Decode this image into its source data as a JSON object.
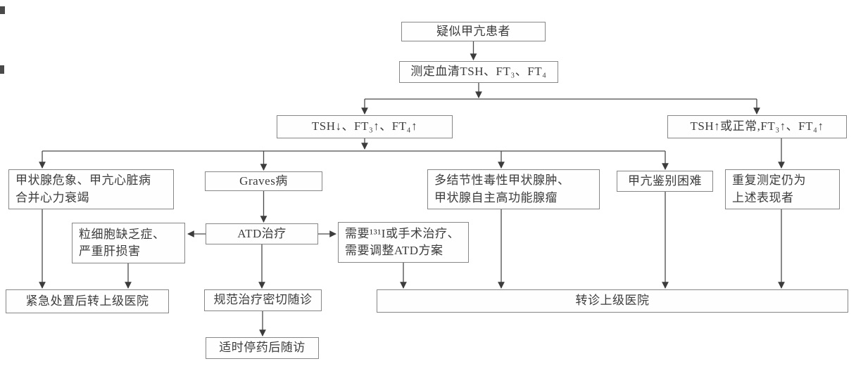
{
  "flowchart": {
    "nodes": {
      "suspected_patient": "疑似甲亢患者",
      "measure_serum": "测定血清TSH、FT₃、FT₄",
      "tsh_low_ft_high": "TSH↓、FT₃↑、FT₄↑",
      "tsh_high_or_normal": "TSH↑或正常,FT₃↑、FT₄↑",
      "thyroid_crisis": "甲状腺危象、甲亢心脏病\n合并心力衰竭",
      "graves_disease": "Graves病",
      "multinodular_goiter": "多结节性毒性甲状腺肿、\n甲状腺自主高功能腺瘤",
      "difficult_identification": "甲亢鉴别困难",
      "repeat_measurement": "重复测定仍为\n上述表现者",
      "agranulocytosis": "粒细胞缺乏症、\n严重肝损害",
      "atd_therapy": "ATD治疗",
      "need_radioiodine_surgery": "需要¹³¹I或手术治疗、\n需要调整ATD方案",
      "emergency_then_referral": "紧急处置后转上级医院",
      "standard_treatment_followup": "规范治疗密切随诊",
      "referral_to_higher_hospital": "转诊上级医院",
      "stop_medication_followup": "适时停药后随访"
    },
    "colors": {
      "box_border": "#878787",
      "box_fill": "#fefefe",
      "text": "#3c3c3c",
      "connector": "#4a4a4a",
      "background": "#ffffff"
    }
  }
}
